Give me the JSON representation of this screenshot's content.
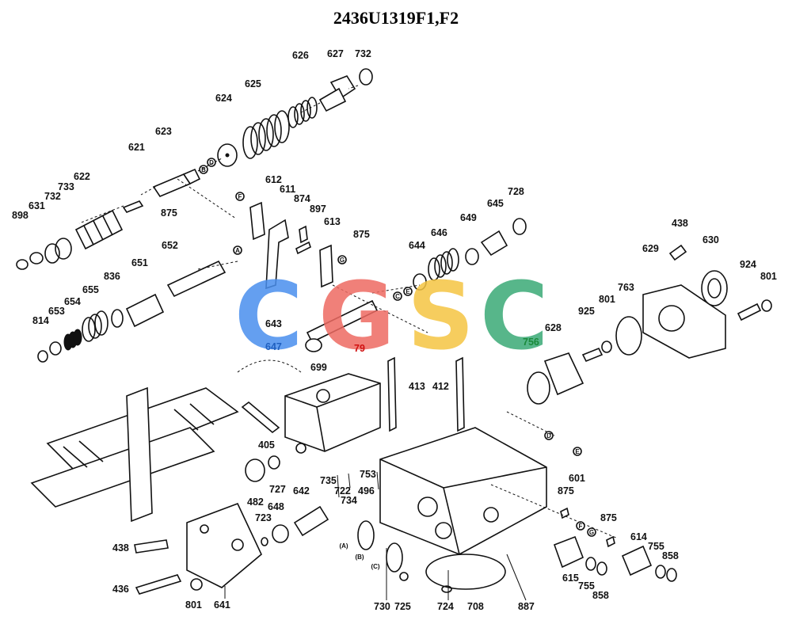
{
  "title": "2436U1319F1,F2",
  "watermark": {
    "letters": [
      {
        "char": "C",
        "color": "#4a8fee"
      },
      {
        "char": "G",
        "color": "#ee6a62"
      },
      {
        "char": "S",
        "color": "#f5c542"
      },
      {
        "char": "C",
        "color": "#3aaa76"
      }
    ]
  },
  "callouts": [
    {
      "text": "626"
    },
    {
      "text": "627"
    },
    {
      "text": "732"
    },
    {
      "text": "625"
    },
    {
      "text": "624"
    },
    {
      "text": "623"
    },
    {
      "text": "621"
    },
    {
      "text": "622"
    },
    {
      "text": "733"
    },
    {
      "text": "732"
    },
    {
      "text": "631"
    },
    {
      "text": "898"
    },
    {
      "text": "875"
    },
    {
      "text": "612"
    },
    {
      "text": "611"
    },
    {
      "text": "874"
    },
    {
      "text": "897"
    },
    {
      "text": "613"
    },
    {
      "text": "875"
    },
    {
      "text": "646"
    },
    {
      "text": "649"
    },
    {
      "text": "645"
    },
    {
      "text": "728"
    },
    {
      "text": "644"
    },
    {
      "text": "652"
    },
    {
      "text": "651"
    },
    {
      "text": "836"
    },
    {
      "text": "655"
    },
    {
      "text": "654"
    },
    {
      "text": "653"
    },
    {
      "text": "814"
    },
    {
      "text": "643"
    },
    {
      "text": "647"
    },
    {
      "text": "79"
    },
    {
      "text": "699"
    },
    {
      "text": "413"
    },
    {
      "text": "412"
    },
    {
      "text": "438"
    },
    {
      "text": "630"
    },
    {
      "text": "629"
    },
    {
      "text": "924"
    },
    {
      "text": "801"
    },
    {
      "text": "763"
    },
    {
      "text": "801"
    },
    {
      "text": "925"
    },
    {
      "text": "756"
    },
    {
      "text": "628"
    },
    {
      "text": "405"
    },
    {
      "text": "727"
    },
    {
      "text": "482"
    },
    {
      "text": "735"
    },
    {
      "text": "753"
    },
    {
      "text": "722"
    },
    {
      "text": "734"
    },
    {
      "text": "496"
    },
    {
      "text": "642"
    },
    {
      "text": "648"
    },
    {
      "text": "723"
    },
    {
      "text": "601"
    },
    {
      "text": "875"
    },
    {
      "text": "875"
    },
    {
      "text": "614"
    },
    {
      "text": "755"
    },
    {
      "text": "858"
    },
    {
      "text": "615"
    },
    {
      "text": "755"
    },
    {
      "text": "858"
    },
    {
      "text": "438"
    },
    {
      "text": "436"
    },
    {
      "text": "801"
    },
    {
      "text": "641"
    },
    {
      "text": "730"
    },
    {
      "text": "725"
    },
    {
      "text": "724"
    },
    {
      "text": "708"
    },
    {
      "text": "887"
    }
  ],
  "refs": [
    {
      "text": "B"
    },
    {
      "text": "D"
    },
    {
      "text": "F"
    },
    {
      "text": "A"
    },
    {
      "text": "G"
    },
    {
      "text": "C"
    },
    {
      "text": "E"
    },
    {
      "text": "D"
    },
    {
      "text": "E"
    },
    {
      "text": "F"
    },
    {
      "text": "G"
    },
    {
      "text": "(A)"
    },
    {
      "text": "(B)"
    },
    {
      "text": "(C)"
    }
  ]
}
